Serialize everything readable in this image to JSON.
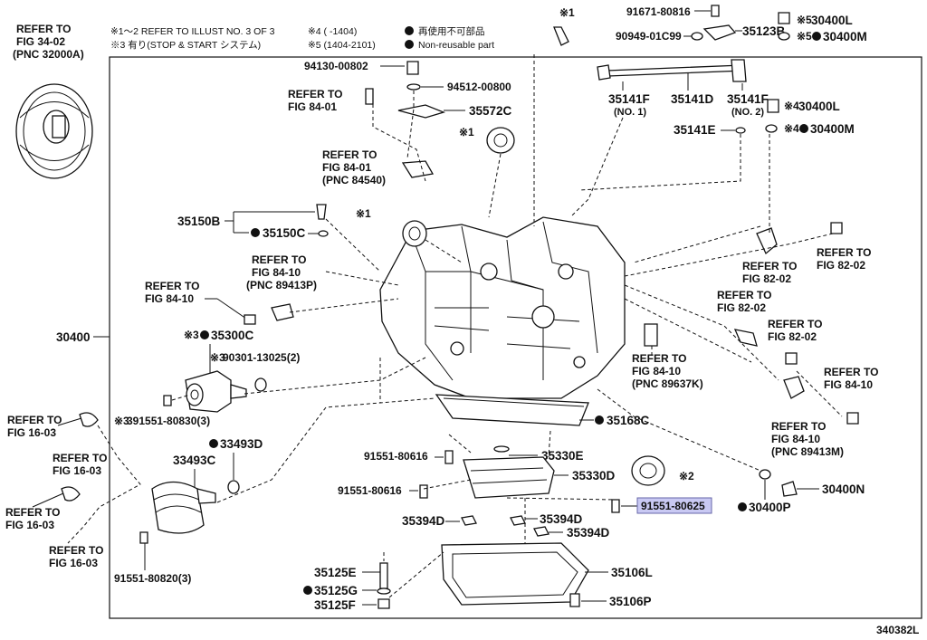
{
  "diagram_id": "340382L",
  "legend": {
    "line1": "※1～2 REFER TO ILLUST NO. 3 OF 3",
    "line2": "※3 有り(STOP & START システム)",
    "line3": "※4 (      -1404)",
    "line4": "※5 (1404-2101)",
    "line5": "再使用不可部品",
    "line6": "Non-reusable part"
  },
  "labels": {
    "p30400": "30400",
    "p30400L_a": "30400L",
    "p30400M_a": "30400M",
    "p30400L_b": "30400L",
    "p30400M_b": "30400M",
    "p30400N": "30400N",
    "p30400P": "30400P",
    "p35123B": "35123B",
    "p91671": "91671-80816",
    "p90949": "90949-01C99",
    "p35141F1": "35141F",
    "p35141F1_sub": "(NO. 1)",
    "p35141D": "35141D",
    "p35141F2": "35141F",
    "p35141F2_sub": "(NO. 2)",
    "p35141E": "35141E",
    "p94130": "94130-00802",
    "p94512": "94512-00800",
    "p35572C": "35572C",
    "p35150B": "35150B",
    "p35150C": "35150C",
    "p35300C": "35300C",
    "p90301": "90301-13025(2)",
    "p91551_830": "391551-80830(3)",
    "p33493D": "33493D",
    "p33493C": "33493C",
    "p91551_820": "91551-80820(3)",
    "p35168C": "35168C",
    "p35330E": "35330E",
    "p35330D": "35330D",
    "p91551_616a": "91551-80616",
    "p91551_616b": "91551-80616",
    "p91551_625": "91551-80625",
    "p35394D_a": "35394D",
    "p35394D_b": "35394D",
    "p35394D_c": "35394D",
    "p35106L": "35106L",
    "p35106P": "35106P",
    "p35125E": "35125E",
    "p35125G": "35125G",
    "p35125F": "35125F",
    "mk1": "※1",
    "mk2": "※2",
    "mk3": "※3",
    "mk4a": "※4",
    "mk4b": "※4",
    "mk5a": "※5",
    "mk5b": "※5"
  },
  "refs": {
    "r3402": [
      "REFER TO",
      "FIG 34-02",
      "(PNC 32000A)"
    ],
    "r8401a": [
      "REFER TO",
      "FIG 84-01"
    ],
    "r8401b": [
      "REFER TO",
      "FIG 84-01",
      "(PNC 84540)"
    ],
    "r8410a": [
      "REFER TO",
      "FIG 84-10",
      "(PNC 89413P)"
    ],
    "r8410b": [
      "REFER TO",
      "FIG 84-10"
    ],
    "r8202a": [
      "REFER TO",
      "FIG 82-02"
    ],
    "r8202b": [
      "REFER TO",
      "FIG 82-02"
    ],
    "r8202c": [
      "REFER TO",
      "FIG 82-02"
    ],
    "r8202d": [
      "REFER TO",
      "FIG 82-02"
    ],
    "r8410c": [
      "REFER TO",
      "FIG 84-10",
      "(PNC 89637K)"
    ],
    "r8410d": [
      "REFER TO",
      "FIG 84-10"
    ],
    "r8410e": [
      "REFER TO",
      "FIG 84-10",
      "(PNC 89413M)"
    ],
    "r1603a": [
      "REFER TO",
      "FIG 16-03"
    ],
    "r1603b": [
      "REFER TO",
      "FIG 16-03"
    ],
    "r1603c": [
      "REFER TO",
      "FIG 16-03"
    ],
    "r1603d": [
      "REFER TO",
      "FIG 16-03"
    ]
  },
  "highlight_color": "#c9c9f3"
}
